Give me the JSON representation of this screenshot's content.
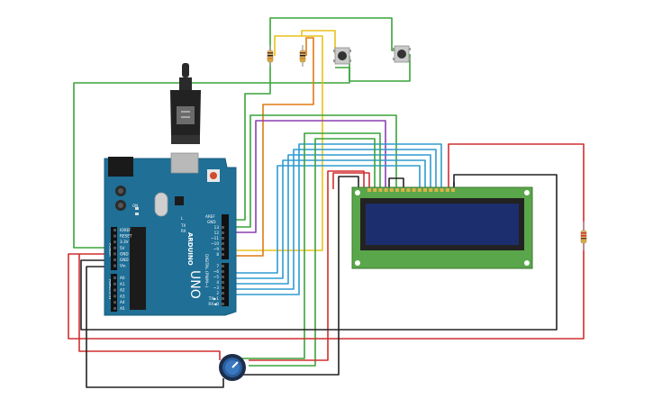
{
  "board": {
    "logo_text": "ARDUINO",
    "model_text": "UNO",
    "on_label": "ON",
    "tx_label": "TX",
    "rx_label": "RX",
    "l_label": "L",
    "aref_label": "AREF",
    "gnd_label": "GND",
    "digital_label": "DIGITAL (PWM~)",
    "analog_label": "ANALOG IN",
    "power_label": "POWER",
    "power_pins": [
      "IOREF",
      "RESET",
      "3.3V",
      "5V",
      "GND",
      "GND",
      "Vin"
    ],
    "analog_pins": [
      "A0",
      "A1",
      "A2",
      "A3",
      "A4",
      "A5"
    ],
    "digital_pins_top": [
      "13",
      "12",
      "~11",
      "~10",
      "~9",
      "8"
    ],
    "digital_pins_bottom": [
      "7",
      "~6",
      "~5",
      "4",
      "~3",
      "2",
      "TX▶1",
      "RX◀0"
    ]
  },
  "colors": {
    "wire_green": "#3aa33a",
    "wire_red": "#d12f2f",
    "wire_black": "#222222",
    "wire_yellow": "#e8c21a",
    "wire_orange": "#e07a10",
    "wire_purple": "#8b3fb0",
    "wire_blue": "#2e9bd0",
    "board_blue": "#1f6f96",
    "lcd_green": "#5aa64a",
    "lcd_screen": "#1d2e6e"
  },
  "components": {
    "usb": "usb-b-connector",
    "lcd": "lcd-16x2",
    "pot": "potentiometer",
    "buttons": [
      "pushbutton-1",
      "pushbutton-2"
    ],
    "resistors": [
      "resistor-1",
      "resistor-2",
      "resistor-3"
    ]
  }
}
